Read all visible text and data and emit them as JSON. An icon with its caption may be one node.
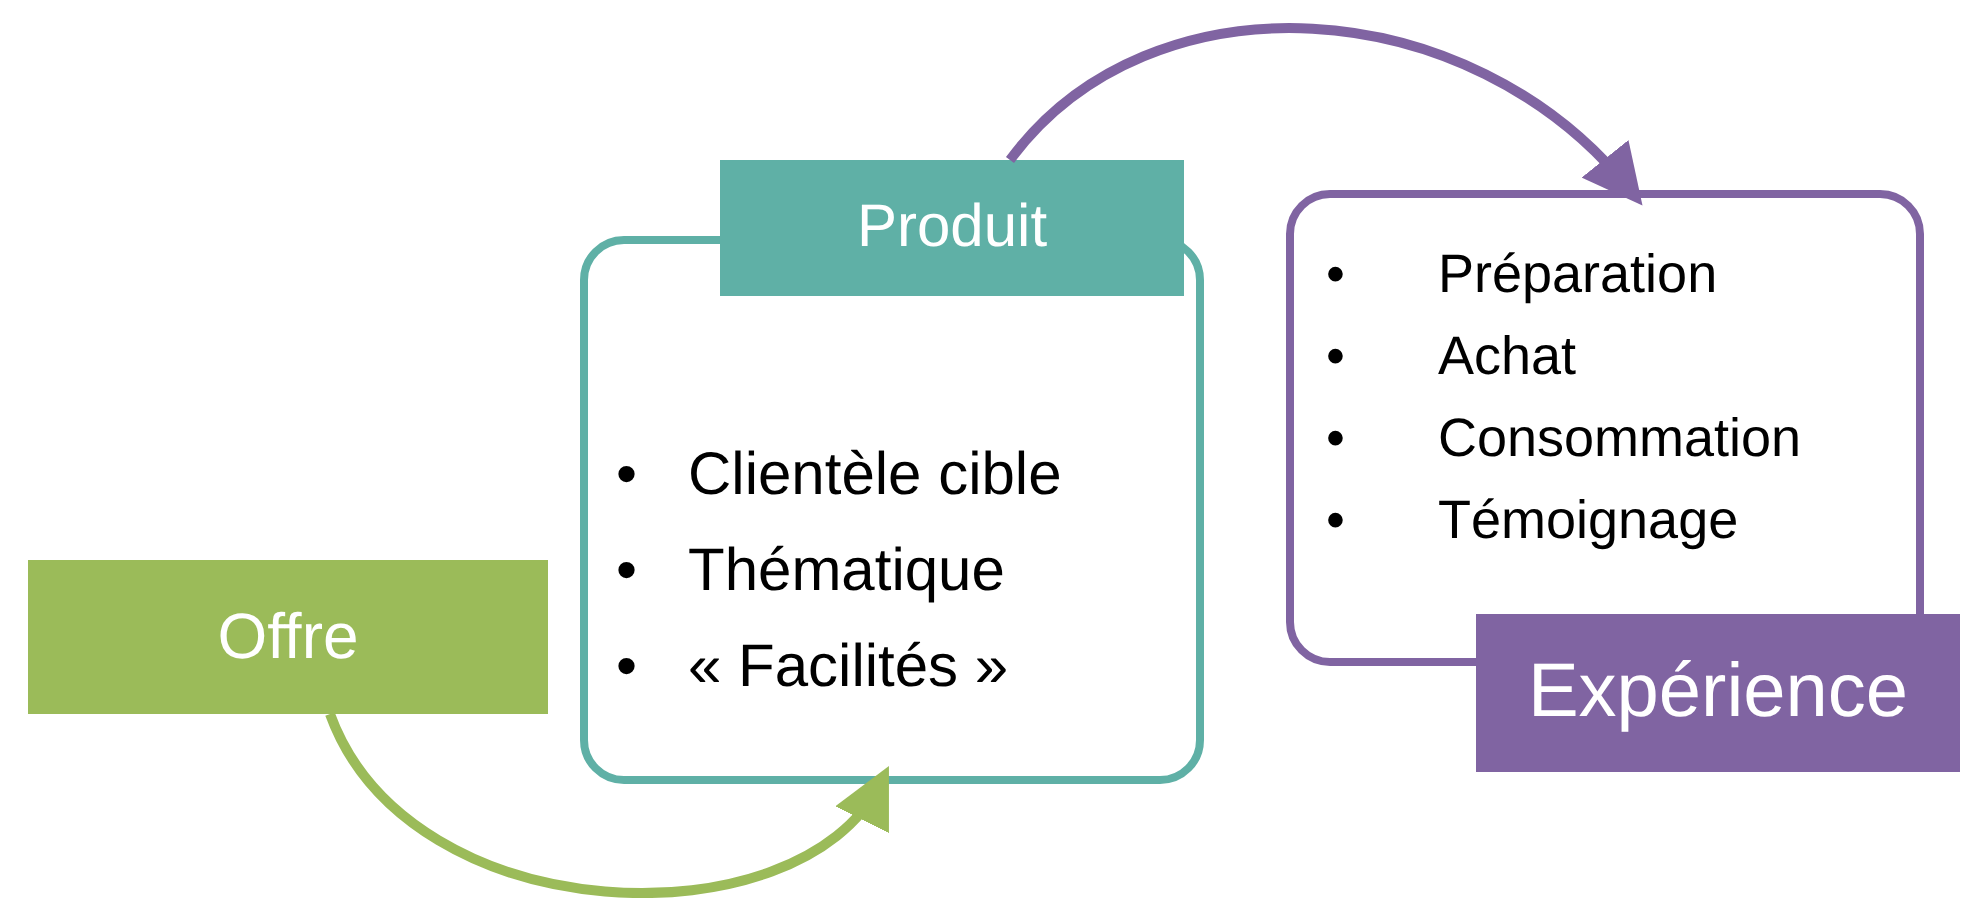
{
  "diagram": {
    "nodes": [
      {
        "text": [
          "Offre"
        ]
      },
      {
        "text": [
          "Produit"
        ]
      },
      {
        "text": [
          "•",
          "Clientèle cible",
          "•",
          "Thématique",
          "•",
          "« Facilités »"
        ]
      },
      {
        "text": [
          "•",
          "Préparation",
          "•",
          "Achat",
          "•",
          "Consommation",
          "•",
          "Témoignage"
        ]
      },
      {
        "text": [
          "Expérience"
        ]
      }
    ],
    "edges": [
      {
        "from": 0,
        "to": 2,
        "arrow": "to",
        "color": "#9bbb59"
      },
      {
        "from": 1,
        "to": 3,
        "arrow": "to",
        "color": "#8064a2"
      }
    ]
  }
}
